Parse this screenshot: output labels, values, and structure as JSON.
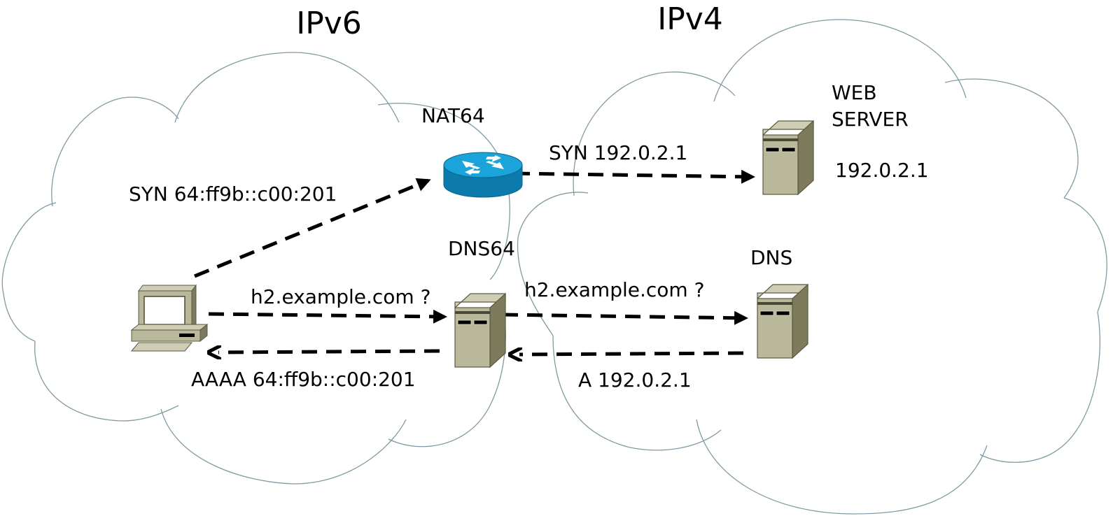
{
  "diagram": {
    "networks": [
      {
        "id": "ipv6",
        "label": "IPv6"
      },
      {
        "id": "ipv4",
        "label": "IPv4"
      }
    ],
    "nodes": {
      "nat64": {
        "label": "NAT64",
        "icon": "router-icon"
      },
      "dns64": {
        "label": "DNS64",
        "icon": "server-icon"
      },
      "client": {
        "label": "",
        "icon": "workstation-icon"
      },
      "web_server": {
        "label_line1": "WEB",
        "label_line2": "SERVER",
        "address": "192.0.2.1",
        "icon": "server-icon"
      },
      "dns": {
        "label": "DNS",
        "icon": "server-icon"
      }
    },
    "flows": {
      "client_to_nat64": "SYN 64:ff9b::c00:201",
      "nat64_to_web": "SYN 192.0.2.1",
      "client_to_dns64": "h2.example.com ?",
      "dns64_to_dns": "h2.example.com ?",
      "dns_to_dns64": "A 192.0.2.1",
      "dns64_to_client": "AAAA 64:ff9b::c00:201"
    },
    "colors": {
      "cloud_outline": "#7f9ba3",
      "router_blue": "#1aa4d9",
      "router_dark": "#0c7bab",
      "device_face": "#b9b89b",
      "device_top": "#cfcdb4",
      "device_side": "#7d7b5c",
      "arrow": "#000000"
    }
  }
}
